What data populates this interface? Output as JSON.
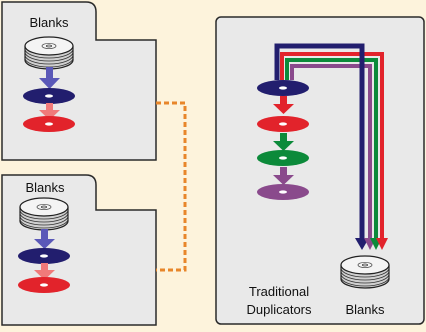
{
  "left_panels": {
    "top": {
      "label": "Blanks"
    },
    "bottom": {
      "label": "Blanks"
    }
  },
  "right_panel": {
    "caption_line1": "Traditional",
    "caption_line2": "Duplicators",
    "blanks_label": "Blanks"
  },
  "colors": {
    "background": "#fdf3dc",
    "panel_fill": "#e9e9e9",
    "panel_stroke": "#2a2a2a",
    "disc_navy": "#221e6e",
    "disc_red": "#e2232b",
    "disc_green": "#0c8a3a",
    "disc_purple": "#8a4a8c",
    "disc_red_faded": "#f06a72",
    "connector": "#e8862a"
  },
  "icons": [
    "disc-stack-icon",
    "disc-icon",
    "arrow-down-icon"
  ]
}
